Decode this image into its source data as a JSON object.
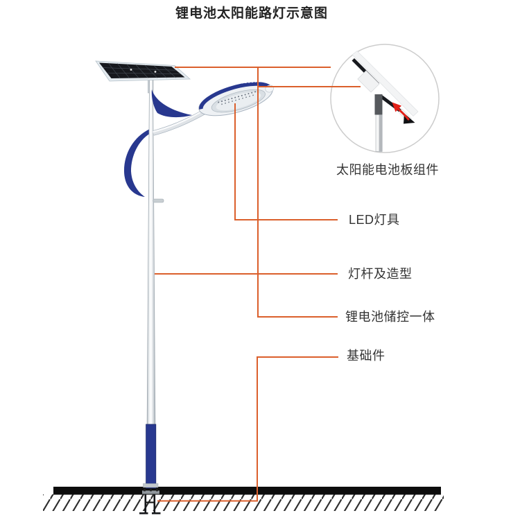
{
  "page": {
    "title": "锂电池太阳能路灯示意图"
  },
  "diagram": {
    "inset_caption": "太阳能电池板组件",
    "callouts": [
      {
        "label": "LED灯具"
      },
      {
        "label": "灯杆及造型"
      },
      {
        "label": "锂电池储控一体"
      },
      {
        "label": "基础件"
      }
    ],
    "colors": {
      "leader_line": "#DB5F2B",
      "navy_accent": "#28388F",
      "arrow_red": "#E32119",
      "panel_dark": "#17191E",
      "ground_black": "#0D0D0D"
    }
  }
}
